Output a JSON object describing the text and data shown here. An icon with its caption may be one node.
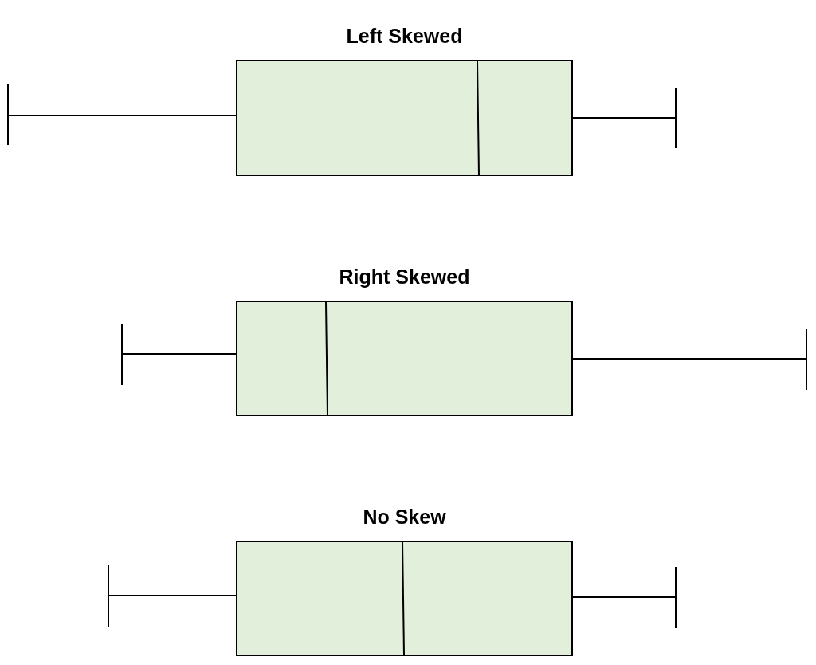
{
  "diagram": {
    "nodes": [
      {
        "text": [
          "Left Skewed"
        ]
      },
      {
        "text": [
          "Right Skewed"
        ]
      },
      {
        "text": [
          "No Skew"
        ]
      }
    ]
  }
}
